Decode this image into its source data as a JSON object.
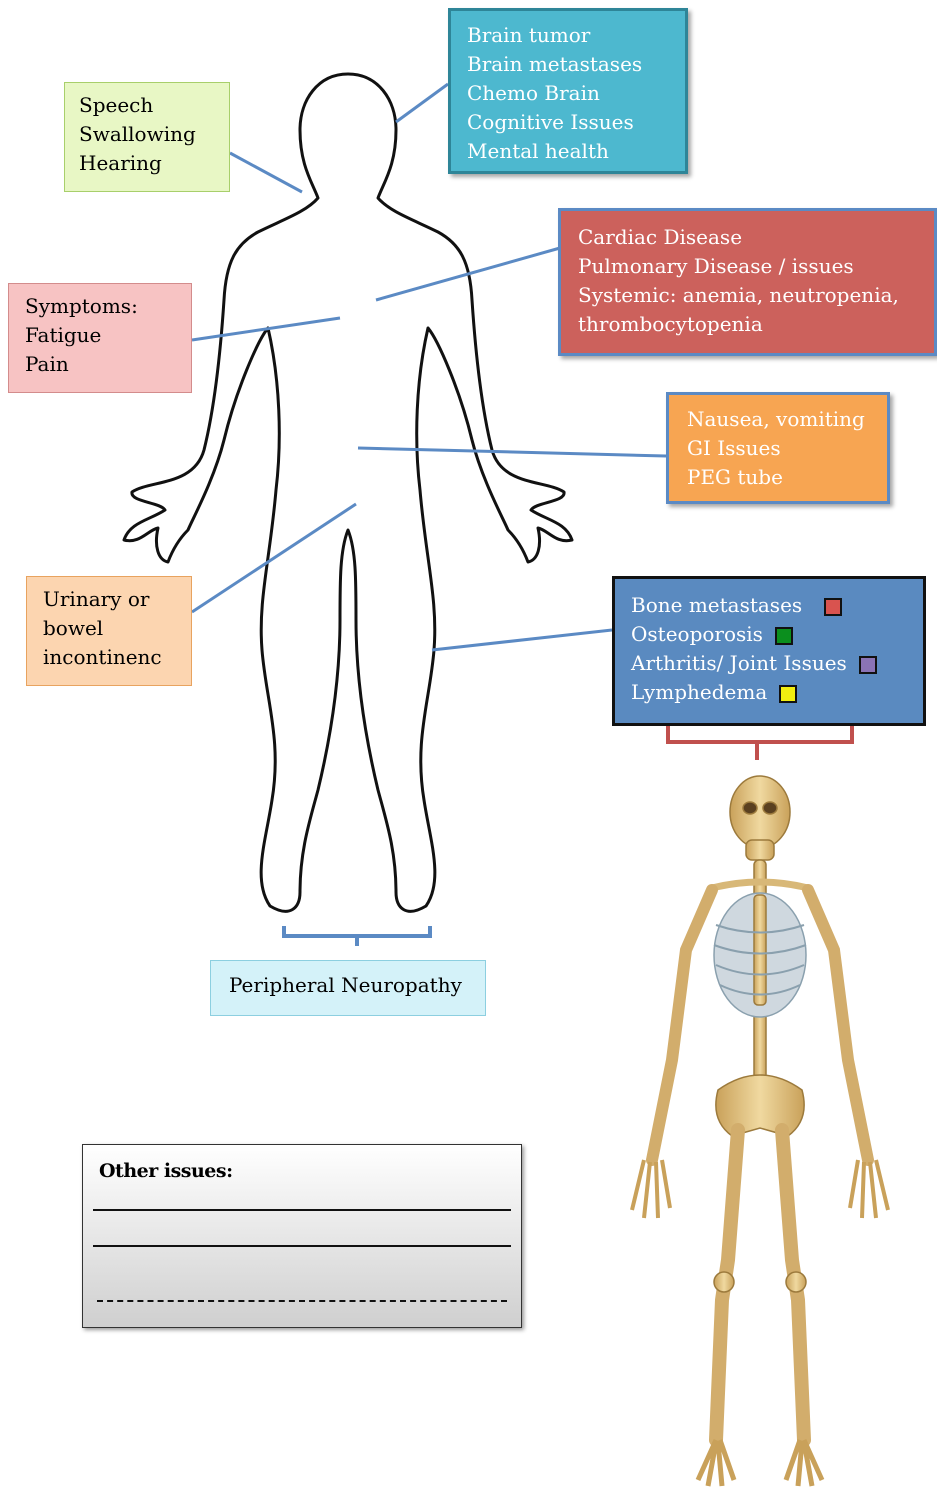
{
  "callouts": {
    "head_neck": {
      "lines": [
        "Speech",
        "Swallowing",
        "Hearing"
      ]
    },
    "brain": {
      "lines": [
        "Brain tumor",
        "Brain metastases",
        "Chemo Brain",
        "Cognitive Issues",
        "Mental health"
      ]
    },
    "chest": {
      "lines": [
        "Cardiac Disease",
        "Pulmonary Disease / issues",
        "Systemic: anemia, neutropenia,",
        "thrombocytopenia"
      ]
    },
    "symptoms": {
      "lines": [
        "Symptoms:",
        "Fatigue",
        "Pain"
      ]
    },
    "gi": {
      "lines": [
        "Nausea, vomiting",
        "GI Issues",
        "PEG tube"
      ]
    },
    "urinary": {
      "lines": [
        "Urinary or",
        "bowel",
        "incontinenc"
      ]
    },
    "musculoskeletal": {
      "items": [
        {
          "label": "Bone metastases",
          "color": "#d9534f"
        },
        {
          "label": "Osteoporosis",
          "color": "#0b8f1e"
        },
        {
          "label": "Arthritis/ Joint Issues",
          "color": "#8a73b5"
        },
        {
          "label": "Lymphedema",
          "color": "#f2ee10"
        }
      ]
    },
    "feet": {
      "label": "Peripheral Neuropathy"
    }
  },
  "other_issues": {
    "title": "Other issues:"
  },
  "colors": {
    "brain": "#4db8cf",
    "chest": "#cc615c",
    "gi": "#f7a552",
    "musculoskeletal": "#5a8ac0",
    "head_neck": "#e8f7c5",
    "symptoms": "#f7c3c3",
    "urinary": "#fcd5b0",
    "feet": "#d4f2f9",
    "connector": "#5b8ac4",
    "bracket_skeleton": "#c0504d"
  },
  "icons": [
    "human-body-outline",
    "skeleton-illustration"
  ]
}
